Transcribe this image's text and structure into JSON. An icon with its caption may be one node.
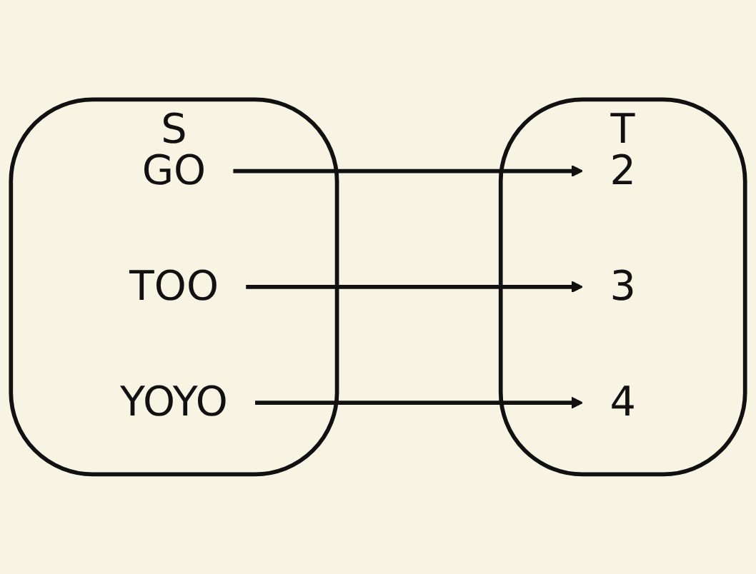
{
  "diagram": {
    "nodes": [
      {
        "text": [
          "S"
        ]
      },
      {
        "text": [
          "GO"
        ],
        "in": 0
      },
      {
        "text": [
          "TOO"
        ],
        "in": 0
      },
      {
        "text": [
          "YOYO"
        ],
        "in": 0
      },
      {
        "text": [
          "T"
        ]
      },
      {
        "text": [
          "2"
        ],
        "in": 4
      },
      {
        "text": [
          "3"
        ],
        "in": 4
      },
      {
        "text": [
          "4"
        ],
        "in": 4
      }
    ],
    "edges": [
      {
        "from": 1,
        "to": 5,
        "arrow": "to"
      },
      {
        "from": 2,
        "to": 6,
        "arrow": "to"
      },
      {
        "from": 3,
        "to": 7,
        "arrow": "to"
      }
    ]
  }
}
